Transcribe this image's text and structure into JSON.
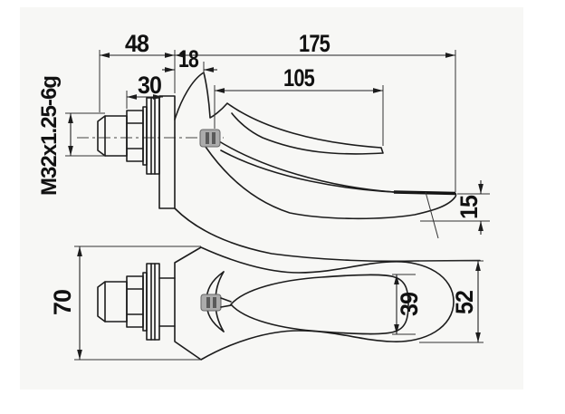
{
  "drawing": {
    "description": "Two-view dimensioned technical drawing of a single-lever basin mixer tap",
    "views": {
      "side": "side elevation",
      "top": "plan view"
    },
    "dimensions": {
      "d48": "48",
      "d175": "175",
      "d18": "18",
      "d30": "30",
      "d105": "105",
      "thread": "M32x1.25-6g",
      "d15": "15",
      "d70": "70",
      "d39": "39",
      "d52": "52"
    },
    "colors": {
      "paper": "#f7f7f5",
      "line": "#1c1c1c",
      "dimension_text": "#111111",
      "clip_fill": "#ababab"
    }
  }
}
